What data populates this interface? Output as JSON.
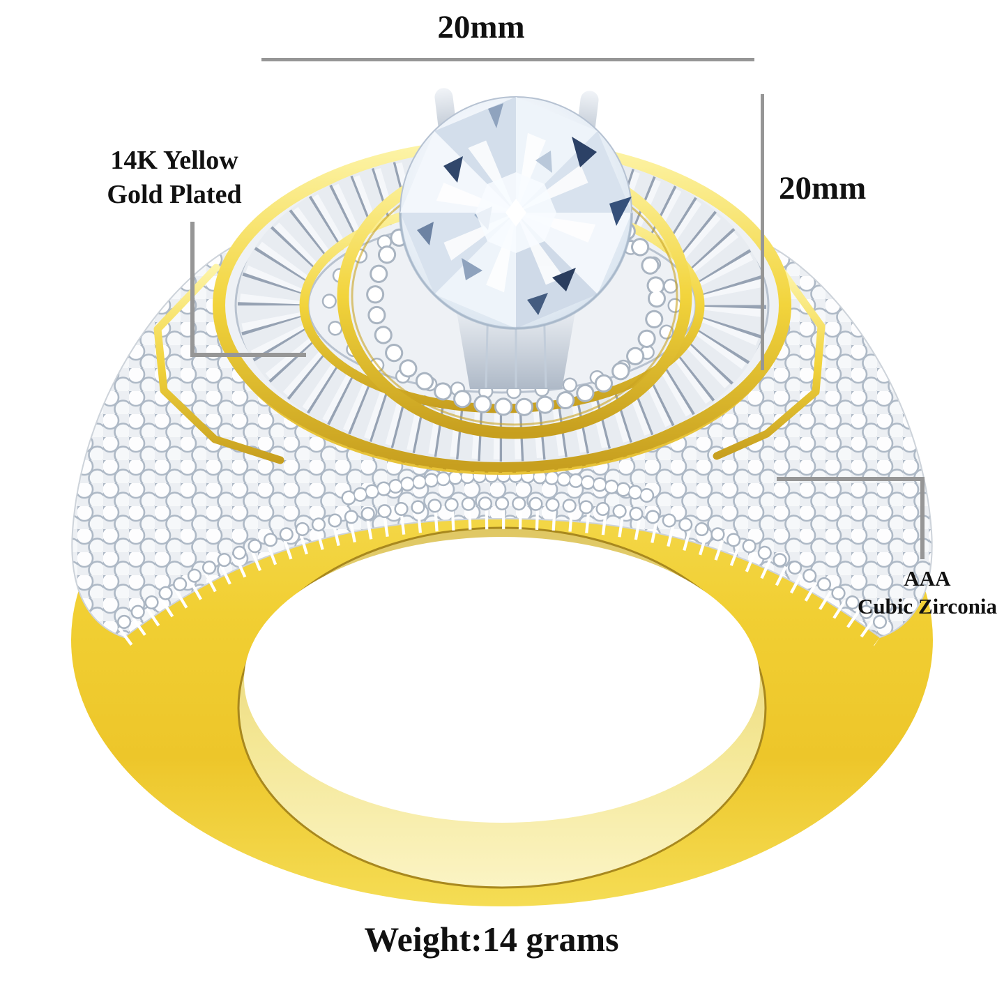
{
  "product_image": {
    "alt": "Yellow gold plated men's ring with a large round cubic zirconia center stone, baguette halo and pave set shoulders"
  },
  "annotations": {
    "width": {
      "label": "20mm"
    },
    "height": {
      "label": "20mm"
    },
    "material": {
      "line1": "14K Yellow",
      "line2": "Gold Plated"
    },
    "stone": {
      "line1": "AAA",
      "line2": "Cubic Zirconia"
    },
    "weight": {
      "label": "Weight:14 grams"
    }
  },
  "colors": {
    "gold": "#f2d43c",
    "gold_deep": "#caa21f",
    "pave_metal": "#eceff3",
    "dimension_line": "#969696",
    "label_text": "#111111",
    "background": "#ffffff"
  }
}
